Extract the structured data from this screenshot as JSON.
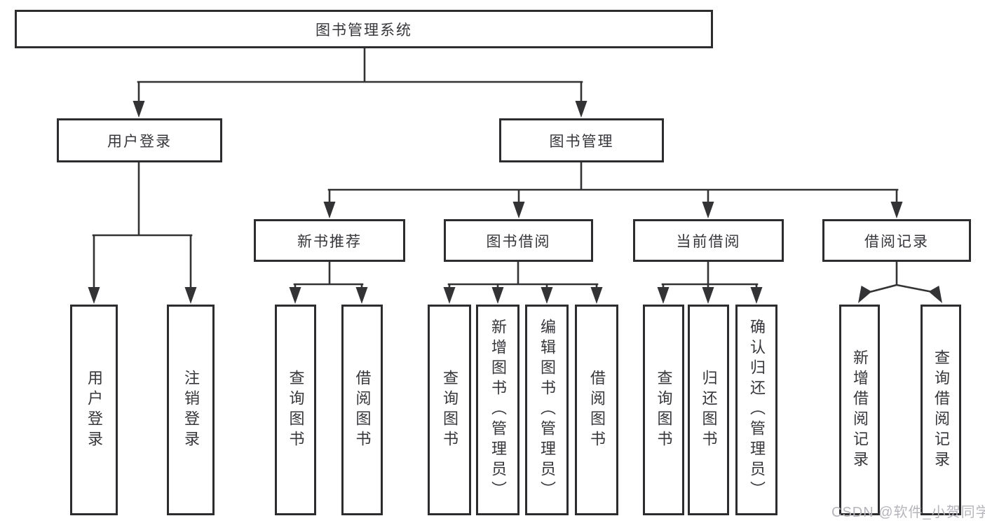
{
  "tree": {
    "root": {
      "label": "图书管理系统"
    },
    "level2": [
      {
        "label": "用户登录",
        "children": [
          {
            "label": "用户登录"
          },
          {
            "label": "注销登录"
          }
        ]
      },
      {
        "label": "图书管理",
        "children": [
          {
            "label": "新书推荐",
            "children": [
              {
                "label": "查询图书"
              },
              {
                "label": "借阅图书"
              }
            ]
          },
          {
            "label": "图书借阅",
            "children": [
              {
                "label": "查询图书"
              },
              {
                "label": "新增图书（管理员）"
              },
              {
                "label": "编辑图书（管理员）"
              },
              {
                "label": "借阅图书"
              }
            ]
          },
          {
            "label": "当前借阅",
            "children": [
              {
                "label": "查询图书"
              },
              {
                "label": "归还图书"
              },
              {
                "label": "确认归还（管理员）"
              }
            ]
          },
          {
            "label": "借阅记录",
            "children": [
              {
                "label": "新增借阅记录"
              },
              {
                "label": "查询借阅记录"
              }
            ]
          }
        ]
      }
    ]
  },
  "watermark": {
    "text": "CSDN @软件_小贺同学",
    "color": "#b5b5bb"
  },
  "colors": {
    "box_border": "#2d2d30",
    "text": "#36363b",
    "line": "#333336",
    "background": "#ffffff"
  }
}
